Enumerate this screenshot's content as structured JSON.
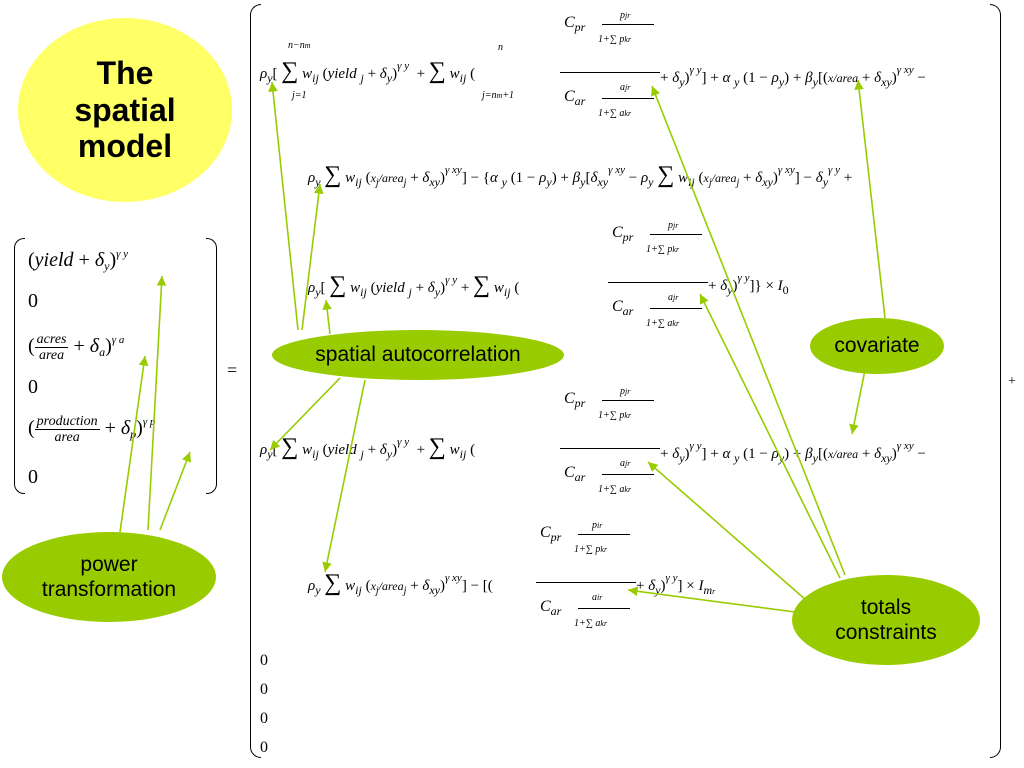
{
  "title": "The spatial model",
  "callouts": {
    "power": "power transformation",
    "spatial": "spatial autocorrelation",
    "covariate": "covariate",
    "totals": "totals constraints"
  },
  "operators": {
    "equals": "=",
    "plus": "+"
  },
  "left_vector": {
    "rows": [
      "(yield + δy)^γy",
      "0",
      "(acres/area + δa)^γa",
      "0",
      "(production/area + δp)^γp",
      "0"
    ]
  },
  "trailing_zeros": [
    "0",
    "0",
    "0",
    "0"
  ],
  "colors": {
    "circle": "#ffff66",
    "bubble": "#99cc00",
    "arrow": "#99cc00"
  }
}
